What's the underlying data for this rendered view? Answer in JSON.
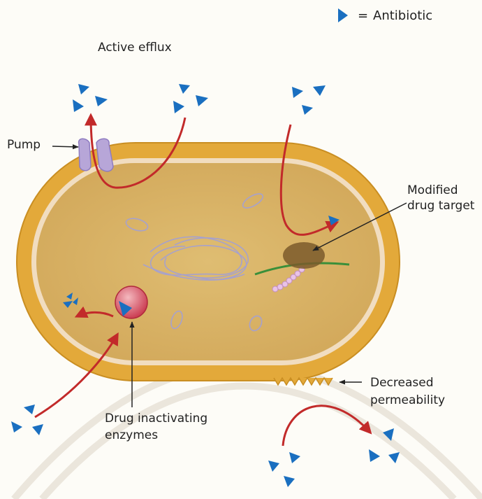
{
  "legend": {
    "equals": "=",
    "text": "Antibiotic"
  },
  "labels": {
    "active_efflux": "Active efflux",
    "pump": "Pump",
    "modified_target_line1": "Modified",
    "modified_target_line2": "drug target",
    "decreased_line1": "Decreased",
    "decreased_line2": "permeability",
    "inactivating_line1": "Drug inactivating",
    "inactivating_line2": "enzymes"
  },
  "colors": {
    "antibiotic": "#1a6fc0",
    "cell_wall": "#e3a93a",
    "cytoplasm": "#d8b265",
    "membrane": "#f1ddc0",
    "arrow": "#c22a2a",
    "pump": "#b7a6d8",
    "enzyme": "#d24b57",
    "dna": "#a6a1cd",
    "target": "#7b5a2b"
  }
}
